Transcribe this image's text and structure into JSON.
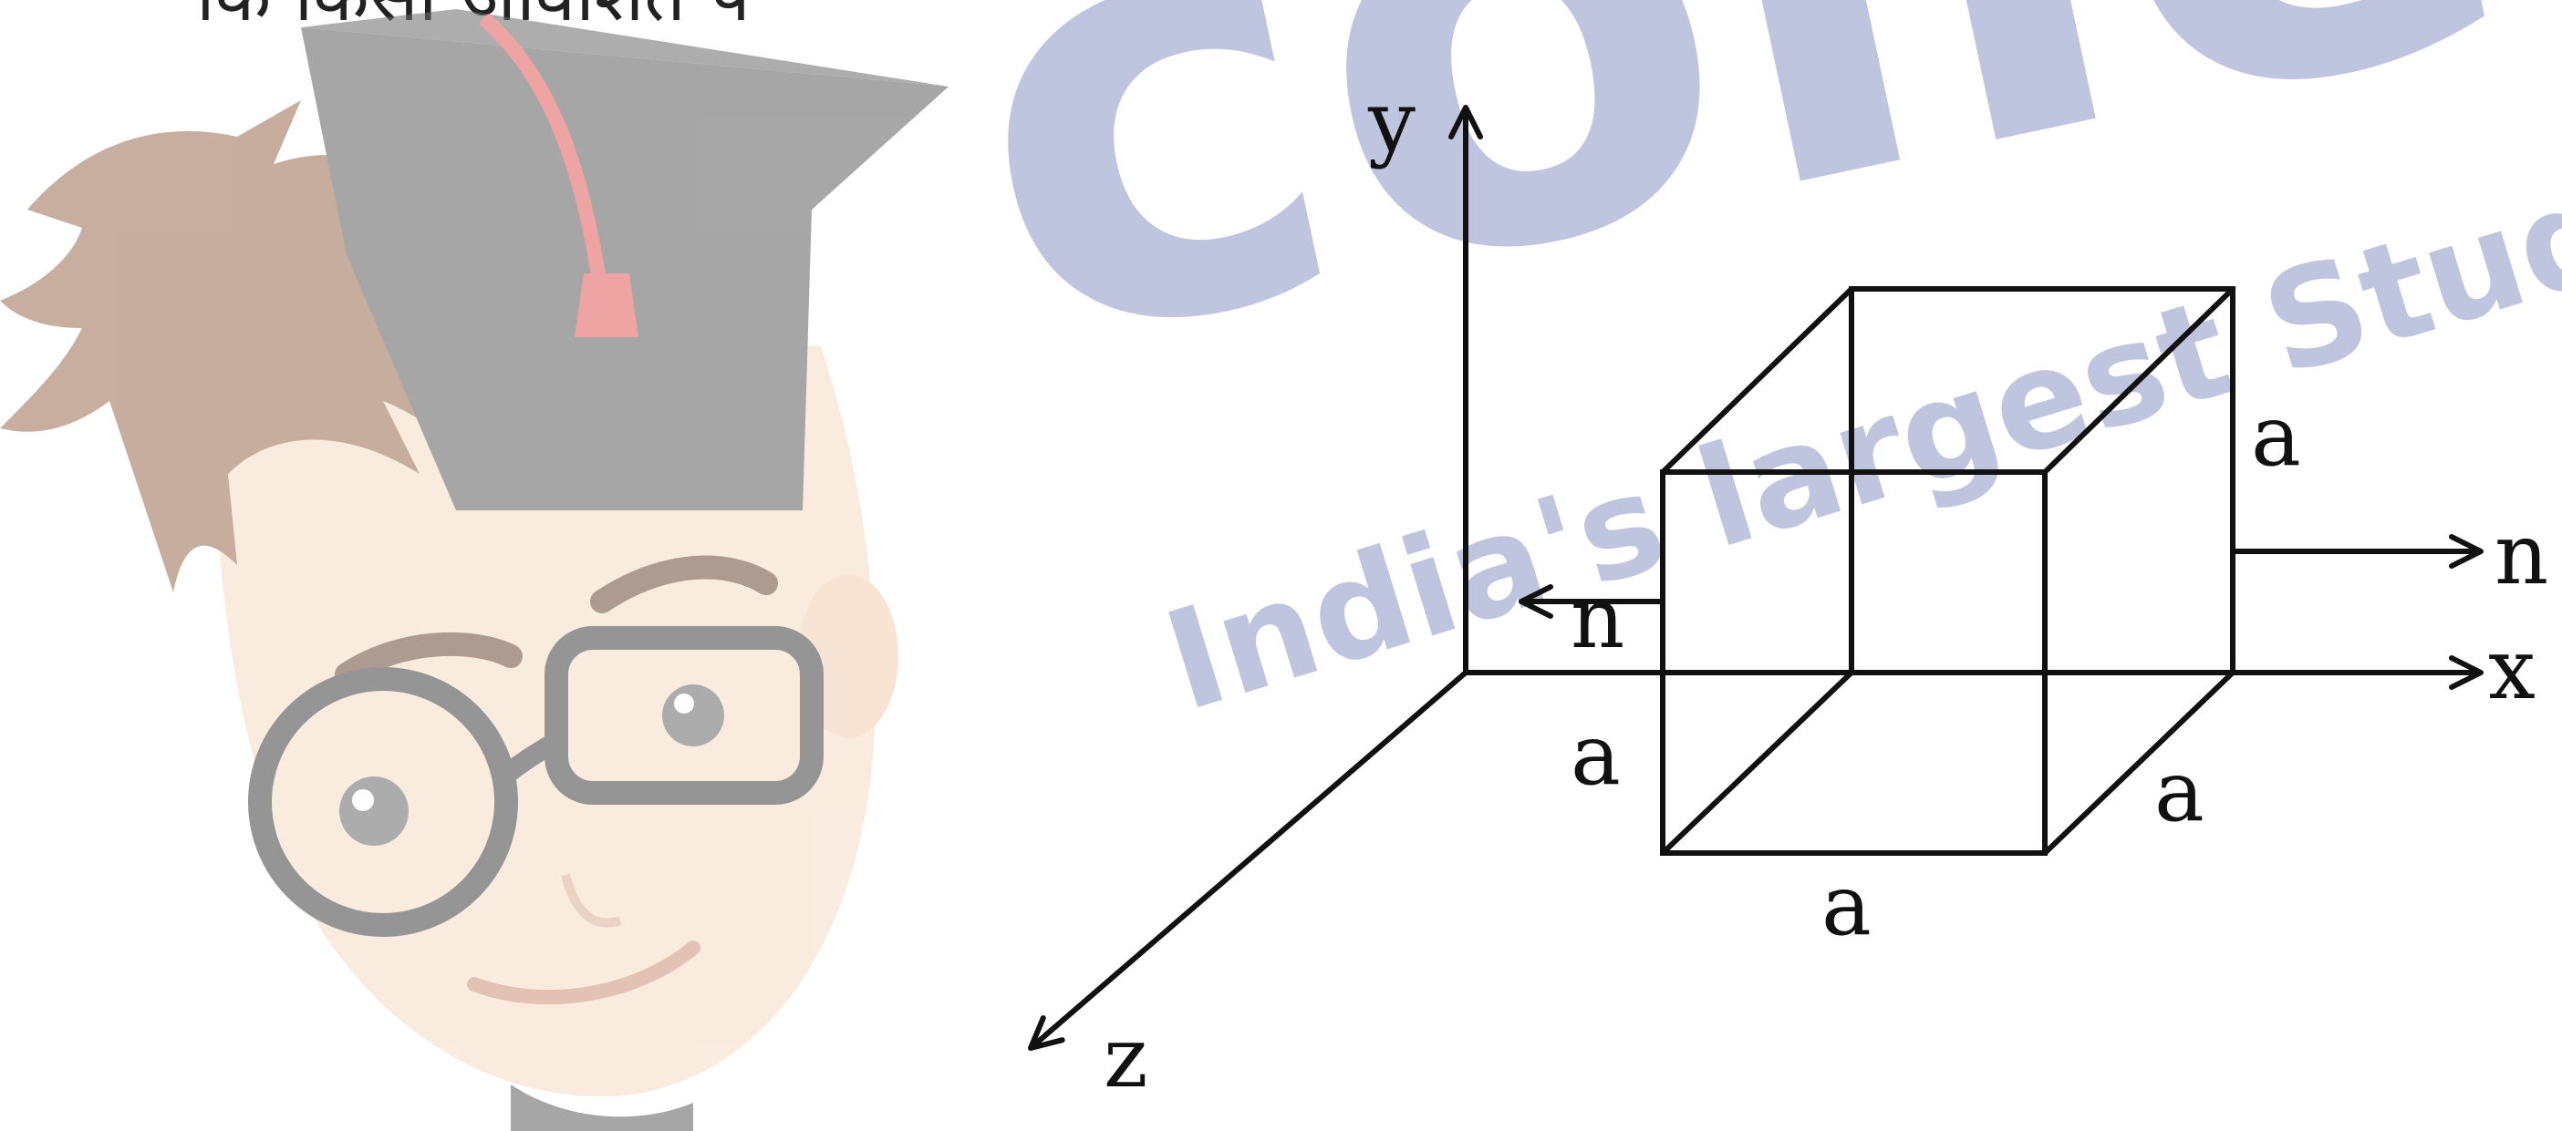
{
  "header_text": "कि किसी आवेशित प",
  "watermark": {
    "brand": "colleg",
    "tagline": "India's largest Stude",
    "brand_color": "#3b4f9c",
    "tagline_color": "#3b4f9c"
  },
  "diagram": {
    "axis_labels": {
      "x": "x",
      "y": "y",
      "z": "z"
    },
    "normal_labels": {
      "left": "n",
      "right": "n"
    },
    "edge_labels": {
      "front_left": "a",
      "front_bottom": "a",
      "side_bottom": "a",
      "back_right": "a"
    },
    "line_color": "#111111"
  }
}
